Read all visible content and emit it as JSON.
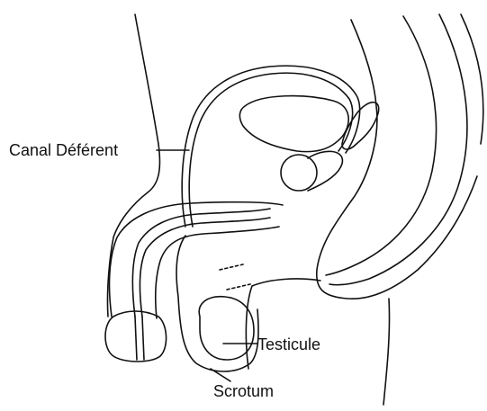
{
  "diagram": {
    "labels": {
      "canal": "Canal Déférent",
      "testicule": "Testicule",
      "scrotum": "Scrotum"
    },
    "colors": {
      "stroke": "#111111",
      "background": "#ffffff"
    }
  }
}
